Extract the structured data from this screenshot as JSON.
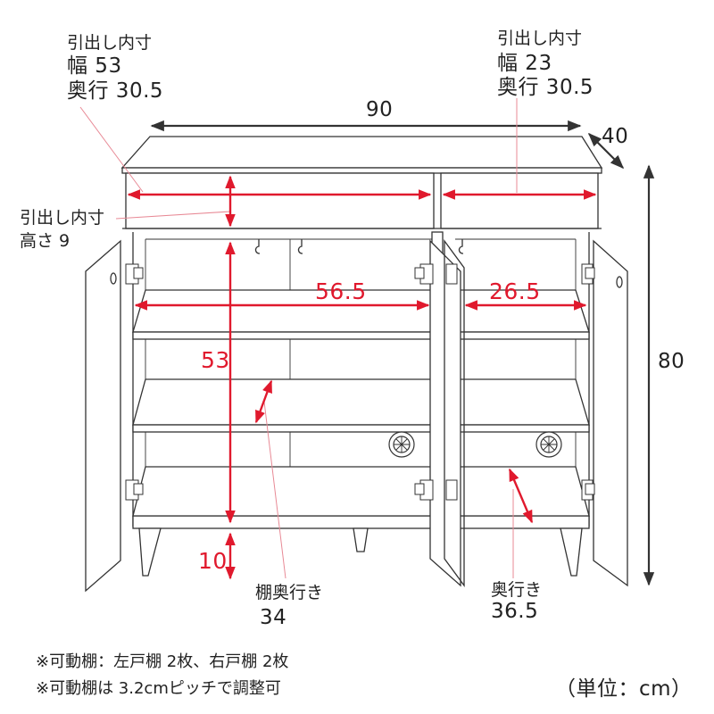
{
  "labels": {
    "left_drawer_title": "引出し内寸",
    "left_drawer_width": "幅 53",
    "left_drawer_depth": "奥行 30.5",
    "right_drawer_title": "引出し内寸",
    "right_drawer_width": "幅 23",
    "right_drawer_depth": "奥行 30.5",
    "overall_width": "90",
    "overall_depth": "40",
    "overall_height": "80",
    "drawer_height_title": "引出し内寸",
    "drawer_height_value": "高さ 9",
    "left_inner_width": "56.5",
    "right_inner_width": "26.5",
    "inner_height": "53",
    "leg_height": "10",
    "shelf_depth_title": "棚奥行き",
    "shelf_depth_value": "34",
    "right_depth_title": "奥行き",
    "right_depth_value": "36.5",
    "note_1": "※可動棚：左戸棚 2枚、右戸棚 2枚",
    "note_2": "※可動棚は 3.2cmピッチで調整可",
    "unit": "（単位：cm）"
  },
  "colors": {
    "line": "#333333",
    "dimension_red": "#e0192d",
    "leader_pink": "#e88a96",
    "fill_light": "#ffffff"
  }
}
